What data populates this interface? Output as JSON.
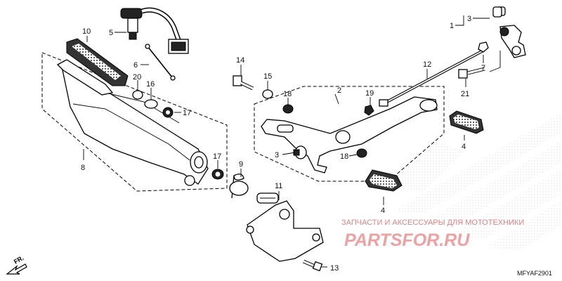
{
  "callouts": {
    "c1": "1",
    "c2": "2",
    "c3a": "3",
    "c3b": "3",
    "c4a": "4",
    "c4b": "4",
    "c5": "5",
    "c6": "6",
    "c7": "7",
    "c8": "8",
    "c9": "9",
    "c10": "10",
    "c11": "11",
    "c13": "13",
    "c14": "14",
    "c15": "15",
    "c16": "16",
    "c17a": "17",
    "c17b": "17",
    "c18a": "18",
    "c18b": "18",
    "c19": "19",
    "c20": "20",
    "c21": "21"
  },
  "watermark": {
    "tagline": "ЗАПЧАСТИ И АКСЕССУАРЫ ДЛЯ МОТОТЕХНИКИ",
    "brand": "PARTSFOR.RU"
  },
  "direction_marker": "FR.",
  "diagram_code": "MFYAF2901"
}
